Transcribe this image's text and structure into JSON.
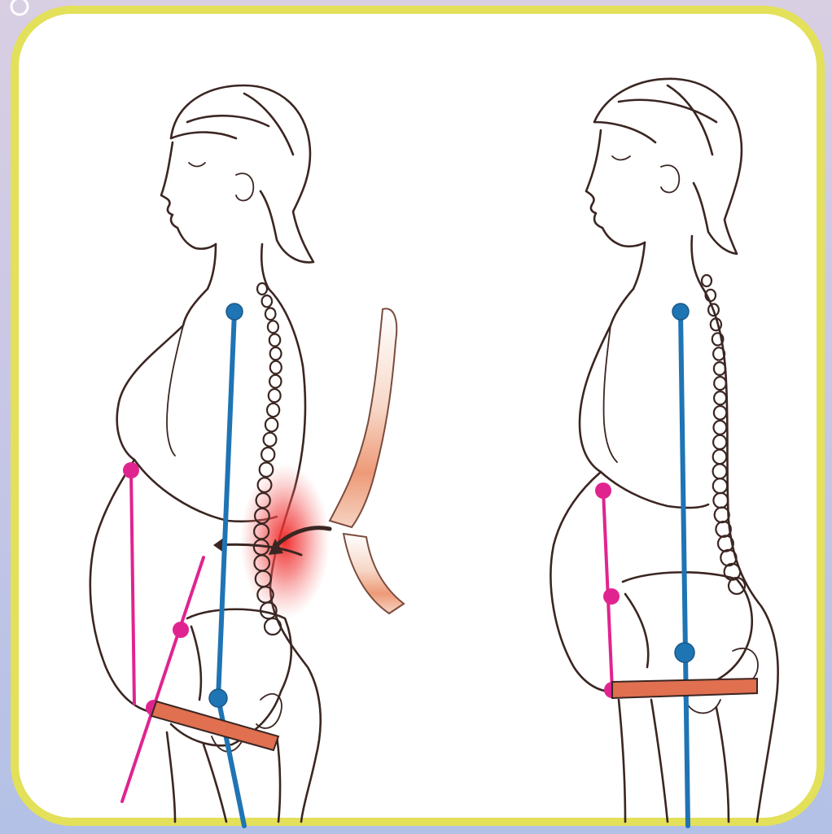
{
  "colors": {
    "background_top": "#d9cfe3",
    "background_bottom": "#b3c1e6",
    "card": "#ffffff",
    "card_border": "#e3e05a",
    "gravity_line": "#1f74b4",
    "posture_line": "#e0248f",
    "pelvis": "#e07050",
    "pain_area": "#f03030",
    "spine_illustration": "#f0c0a0",
    "ink": "#3b2622"
  },
  "figures": [
    {
      "posture": "incorrect",
      "features": [
        "blue-plumb-line",
        "pink-tilt-lines",
        "pelvis-bar",
        "spine",
        "lumbar-pain-highlight"
      ]
    },
    {
      "posture": "correct",
      "features": [
        "blue-plumb-line",
        "pink-vertical-line",
        "pelvis-bar",
        "spine"
      ]
    }
  ],
  "icons": [
    "curved-arrow-icon",
    "curved-spine-illustration"
  ]
}
